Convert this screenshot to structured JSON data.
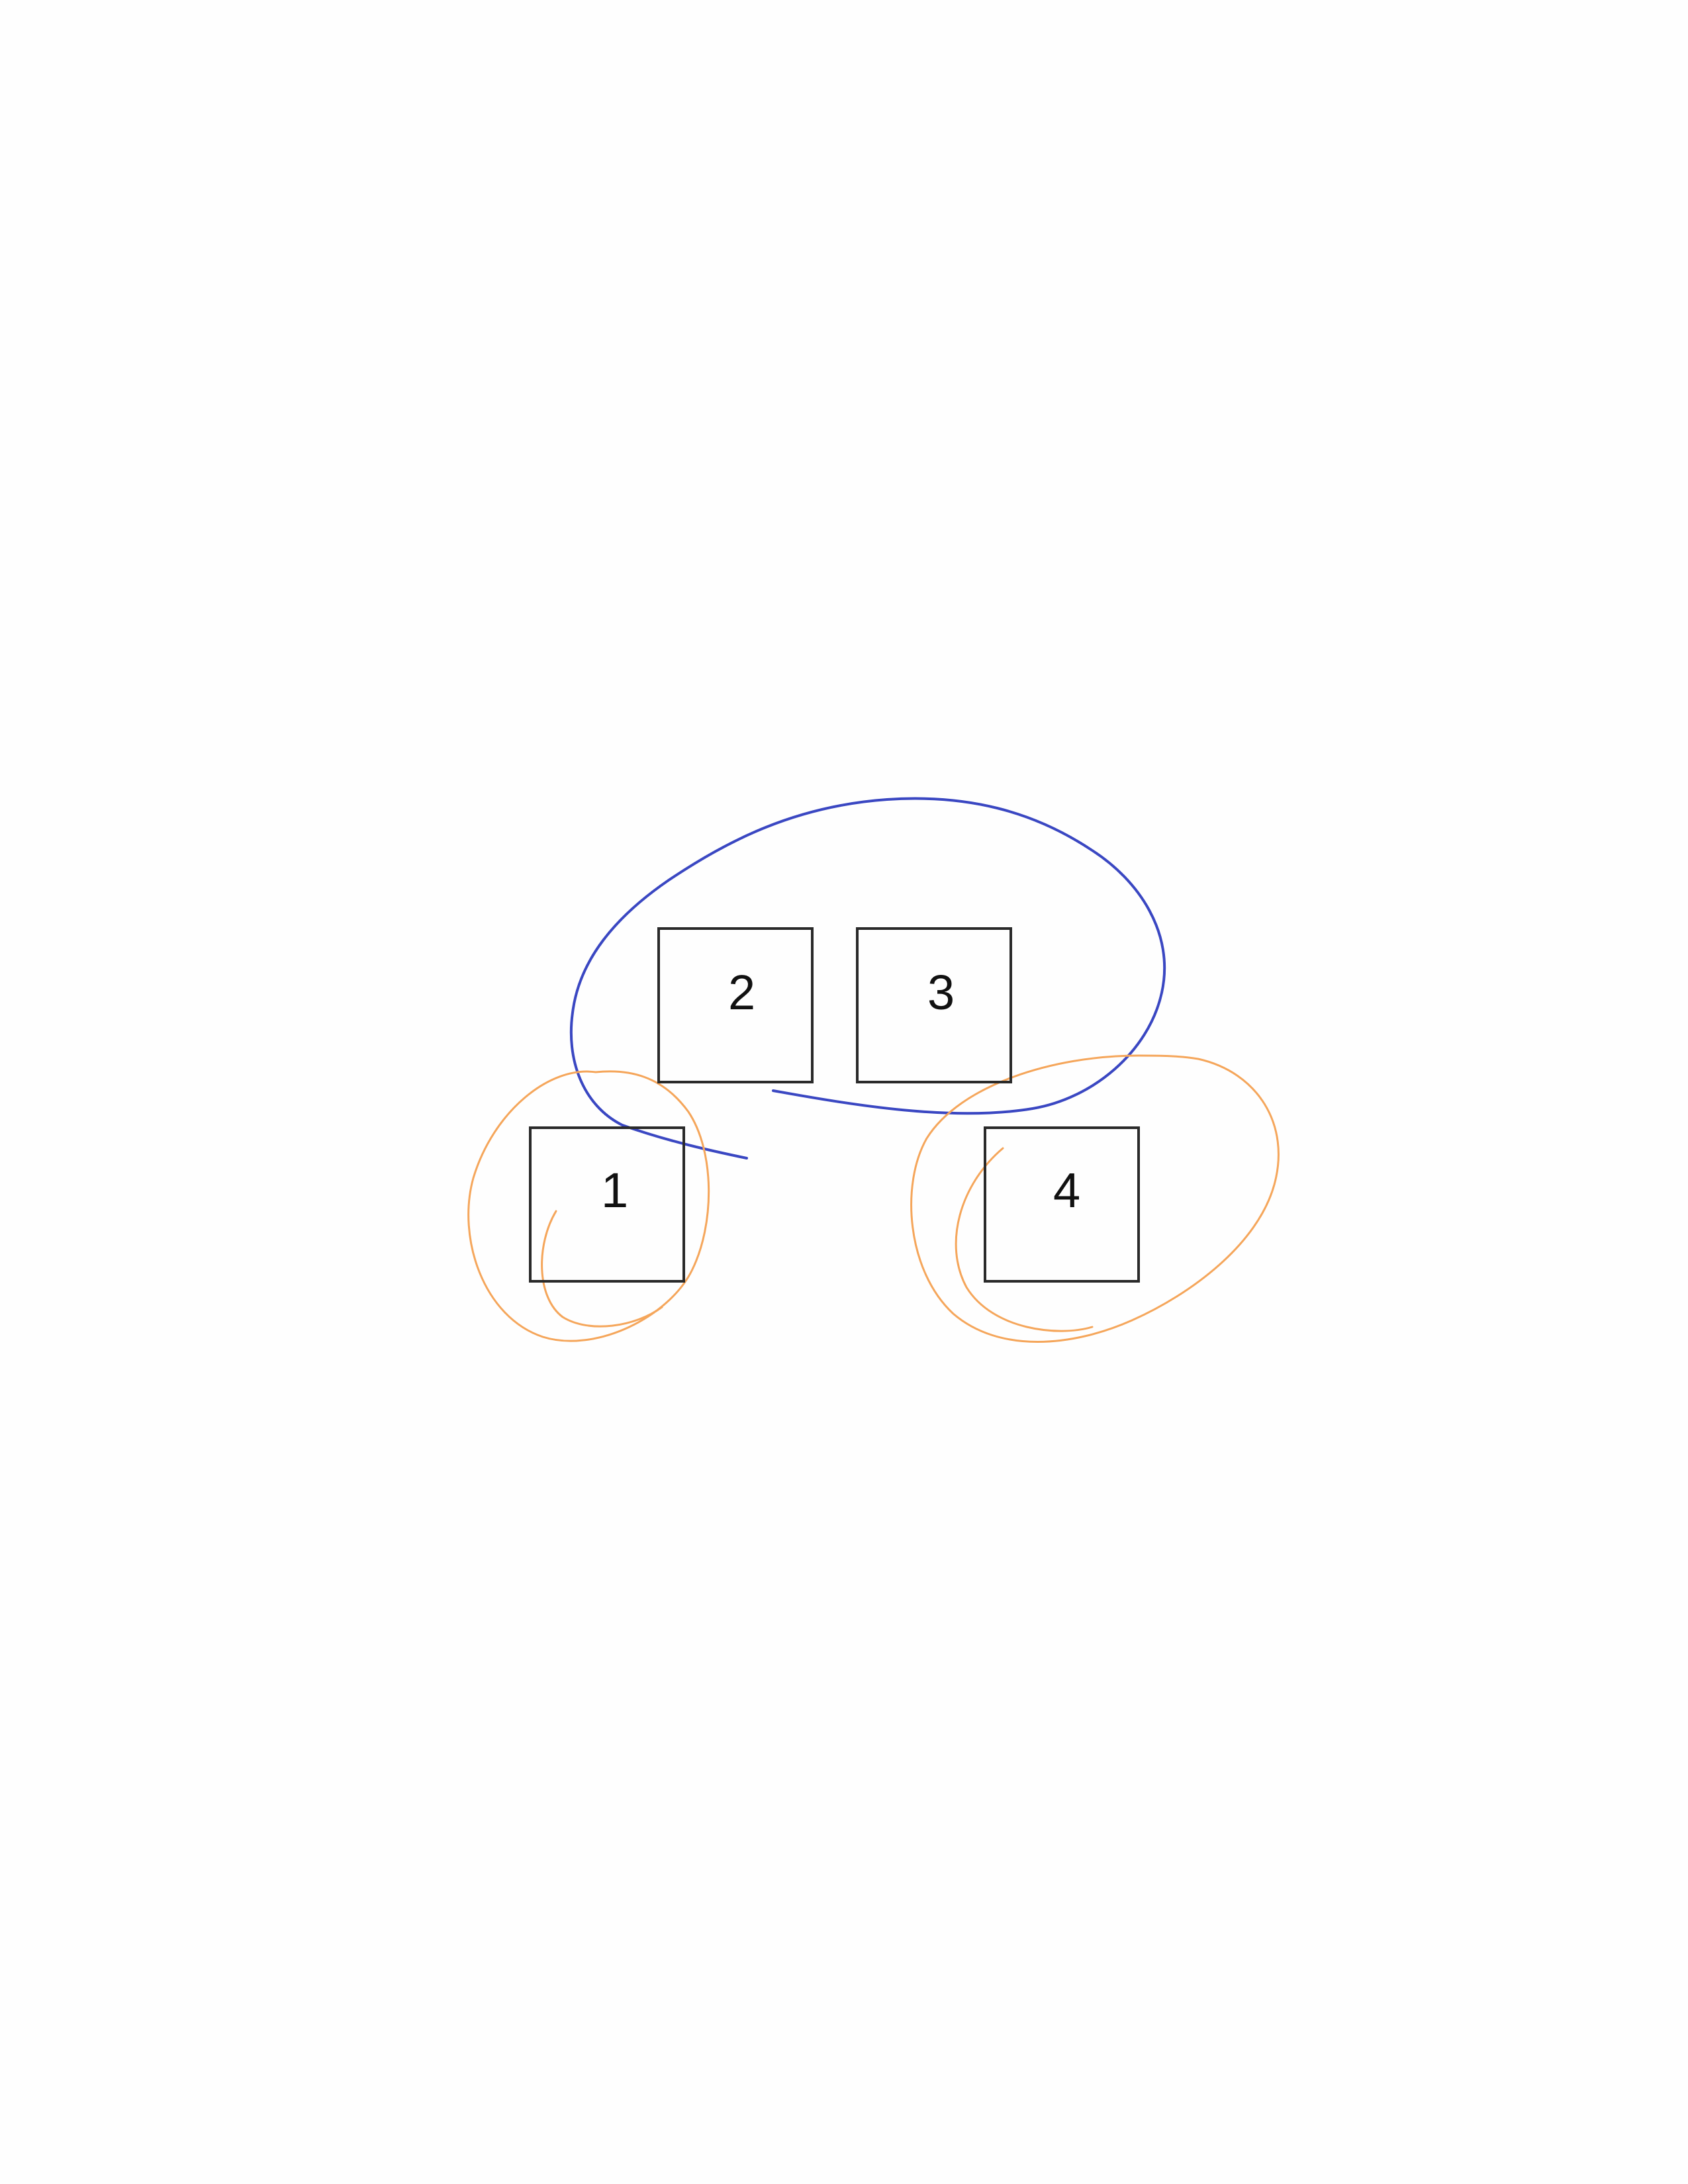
{
  "diagram": {
    "boxes": [
      {
        "id": "1",
        "label": "1"
      },
      {
        "id": "2",
        "label": "2"
      },
      {
        "id": "3",
        "label": "3"
      },
      {
        "id": "4",
        "label": "4"
      }
    ],
    "annotations": [
      {
        "color": "#3a47c2",
        "encloses": [
          "2",
          "3"
        ]
      },
      {
        "color": "#f5a65b",
        "encloses": [
          "1"
        ]
      },
      {
        "color": "#f5a65b",
        "encloses": [
          "4"
        ]
      }
    ]
  }
}
